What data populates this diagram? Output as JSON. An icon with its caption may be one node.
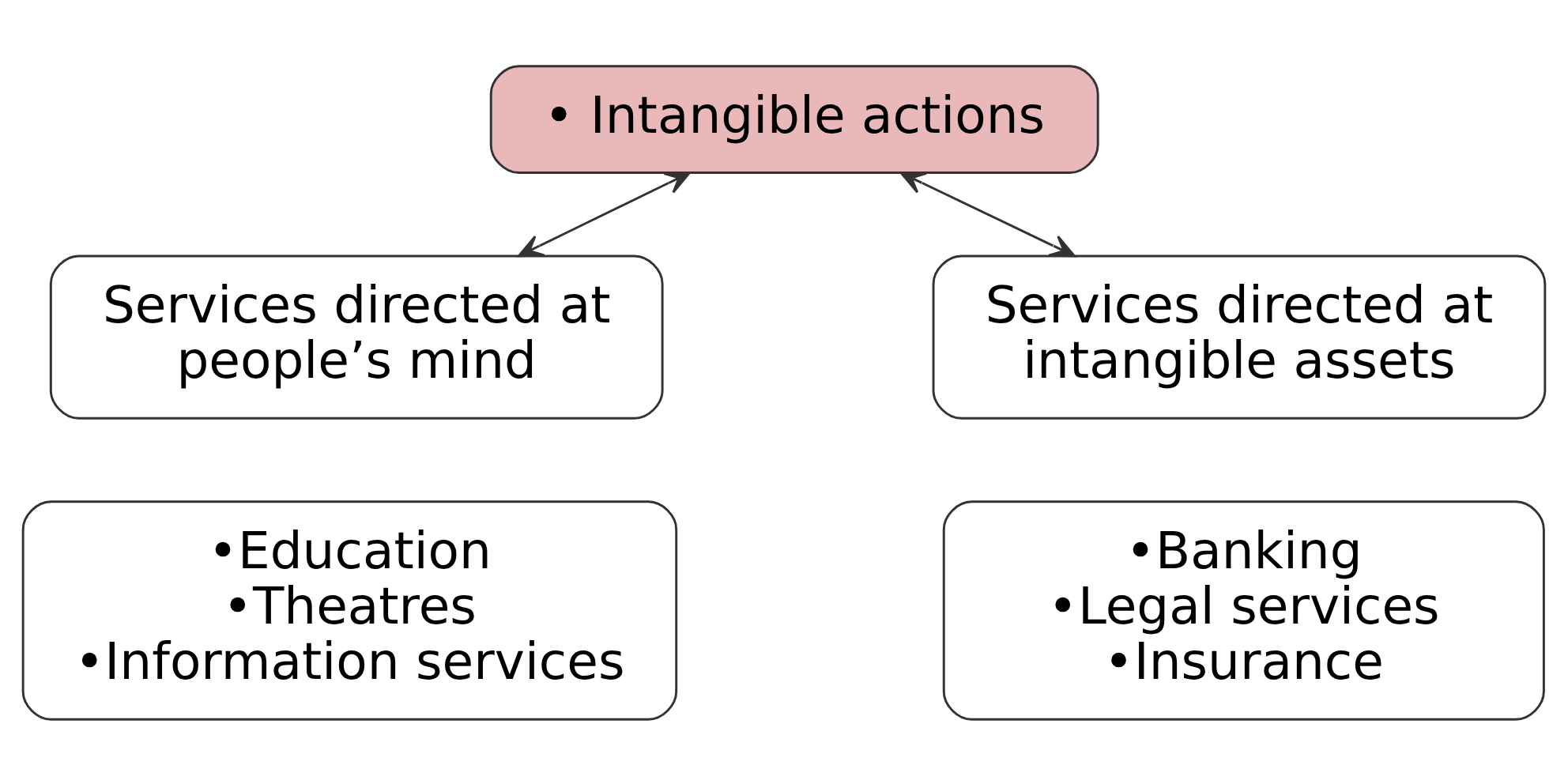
{
  "diagram": {
    "nodes": [
      {
        "text": [
          "• Intangible actions"
        ]
      },
      {
        "text": [
          "Services directed at people’s mind"
        ]
      },
      {
        "text": [
          "Services directed at intangible assets"
        ]
      },
      {
        "text": [
          "•Education",
          "•Theatres",
          "•Information services"
        ]
      },
      {
        "text": [
          "•Banking",
          "•Legal services",
          "•Insurance"
        ]
      }
    ],
    "edges": [
      {
        "from": 0,
        "to": 1,
        "arrow": "both"
      },
      {
        "from": 0,
        "to": 2,
        "arrow": "both"
      }
    ]
  }
}
